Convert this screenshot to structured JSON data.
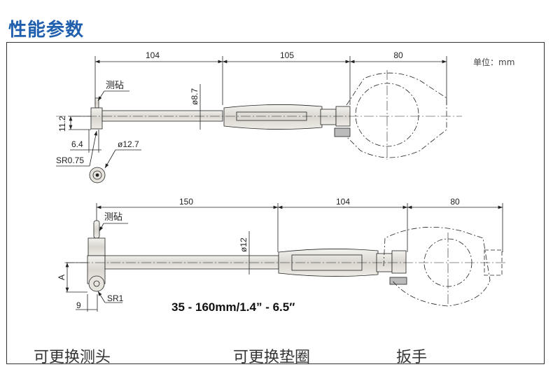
{
  "title": "性能参数",
  "unit_label": "单位：mm",
  "top_gauge": {
    "dims": [
      "104",
      "105",
      "80"
    ],
    "rod_dia": "ø8.7",
    "anvil": "测砧",
    "height": "11.2",
    "offset": "6.4",
    "radius": "SR0.75",
    "head_dia": "ø12.7"
  },
  "bottom_gauge": {
    "dims": [
      "150",
      "104",
      "80"
    ],
    "rod_dia": "ø12",
    "anvil": "测砧",
    "height": "A",
    "offset": "9",
    "radius": "SR1",
    "range": "35 - 160mm/1.4” - 6.5″"
  },
  "footer": [
    "可更换测头",
    "可更换垫圈",
    "扳手"
  ],
  "colors": {
    "title": "#1f5fae"
  }
}
